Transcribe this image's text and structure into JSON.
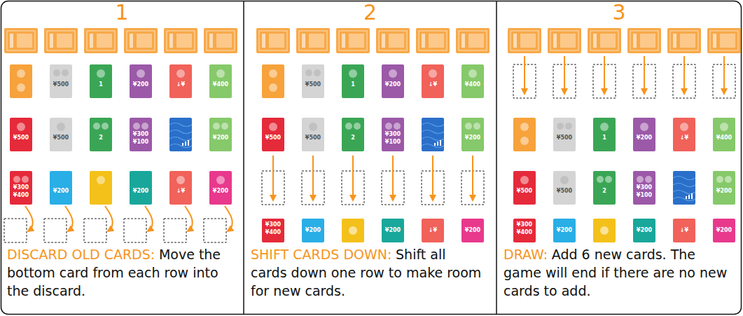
{
  "diagram": {
    "nodes": [
      {
        "text": [
          "1",
          "DISCARD OLD CARDS:",
          "Move the bottom card from each row into the discard."
        ]
      },
      {
        "text": [
          "2",
          "SHIFT CARDS DOWN:",
          "Shift all cards down one row to make room for new cards."
        ]
      },
      {
        "text": [
          "3",
          "DRAW:",
          "Add 6 new cards. The game will end if there are no new cards to add."
        ]
      }
    ],
    "labels": [
      "¥500",
      "1",
      "¥200",
      "↓¥",
      "¥400",
      "¥500",
      "¥500",
      "2",
      "¥300",
      "¥100",
      "¥200",
      "¥300",
      "¥400",
      "¥200",
      "¥200",
      "↓¥",
      "¥200",
      "¥500",
      "1",
      "¥200",
      "↓¥",
      "¥400",
      "¥500",
      "¥500",
      "2",
      "¥300",
      "¥100",
      "¥200",
      "¥300",
      "¥400",
      "¥200",
      "¥200",
      "↓¥",
      "¥200",
      "¥500",
      "1",
      "¥200",
      "↓¥",
      "¥400",
      "¥500",
      "¥500",
      "2",
      "¥300",
      "¥100",
      "¥200",
      "¥300",
      "¥400",
      "¥200",
      "¥200",
      "↓¥",
      "¥200"
    ]
  }
}
